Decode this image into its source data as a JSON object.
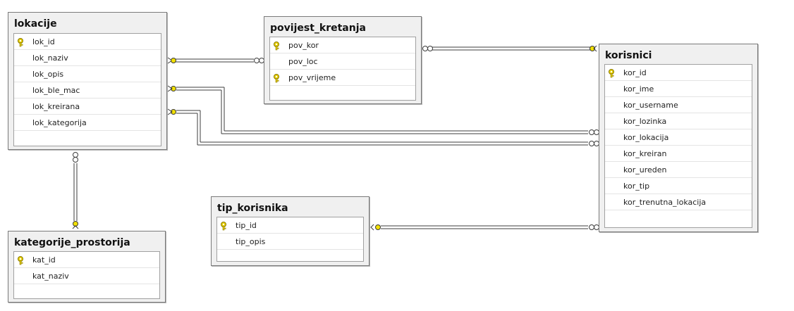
{
  "tables": {
    "lokacije": {
      "name": "lokacije",
      "columns": [
        {
          "name": "lok_id",
          "key": true
        },
        {
          "name": "lok_naziv",
          "key": false
        },
        {
          "name": "lok_opis",
          "key": false
        },
        {
          "name": "lok_ble_mac",
          "key": false
        },
        {
          "name": "lok_kreirana",
          "key": false
        },
        {
          "name": "lok_kategorija",
          "key": false
        }
      ]
    },
    "povijest_kretanja": {
      "name": "povijest_kretanja",
      "columns": [
        {
          "name": "pov_kor",
          "key": true
        },
        {
          "name": "pov_loc",
          "key": false
        },
        {
          "name": "pov_vrijeme",
          "key": true
        }
      ]
    },
    "korisnici": {
      "name": "korisnici",
      "columns": [
        {
          "name": "kor_id",
          "key": true
        },
        {
          "name": "kor_ime",
          "key": false
        },
        {
          "name": "kor_username",
          "key": false
        },
        {
          "name": "kor_lozinka",
          "key": false
        },
        {
          "name": "kor_lokacija",
          "key": false
        },
        {
          "name": "kor_kreiran",
          "key": false
        },
        {
          "name": "kor_ureden",
          "key": false
        },
        {
          "name": "kor_tip",
          "key": false
        },
        {
          "name": "kor_trenutna_lokacija",
          "key": false
        }
      ]
    },
    "tip_korisnika": {
      "name": "tip_korisnika",
      "columns": [
        {
          "name": "tip_id",
          "key": true
        },
        {
          "name": "tip_opis",
          "key": false
        }
      ]
    },
    "kategorije_prostorija": {
      "name": "kategorije_prostorija",
      "columns": [
        {
          "name": "kat_id",
          "key": true
        },
        {
          "name": "kat_naziv",
          "key": false
        }
      ]
    }
  },
  "colors": {
    "key_icon": "#e8d000",
    "line": "#3c3c3c",
    "header_bg": "#f0f0f0",
    "border": "#7a7a7a"
  }
}
